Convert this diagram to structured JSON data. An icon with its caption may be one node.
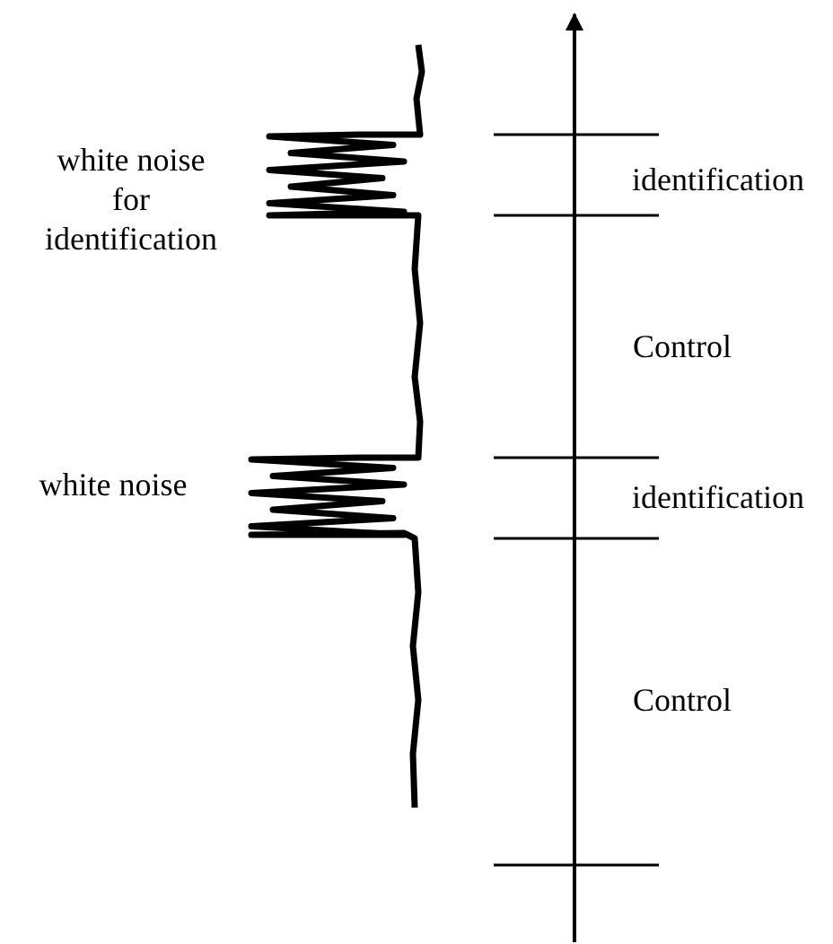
{
  "diagram": {
    "labels": [
      "white noise for identification",
      "identification",
      "Control",
      "white noise",
      "identification",
      "Control"
    ]
  }
}
